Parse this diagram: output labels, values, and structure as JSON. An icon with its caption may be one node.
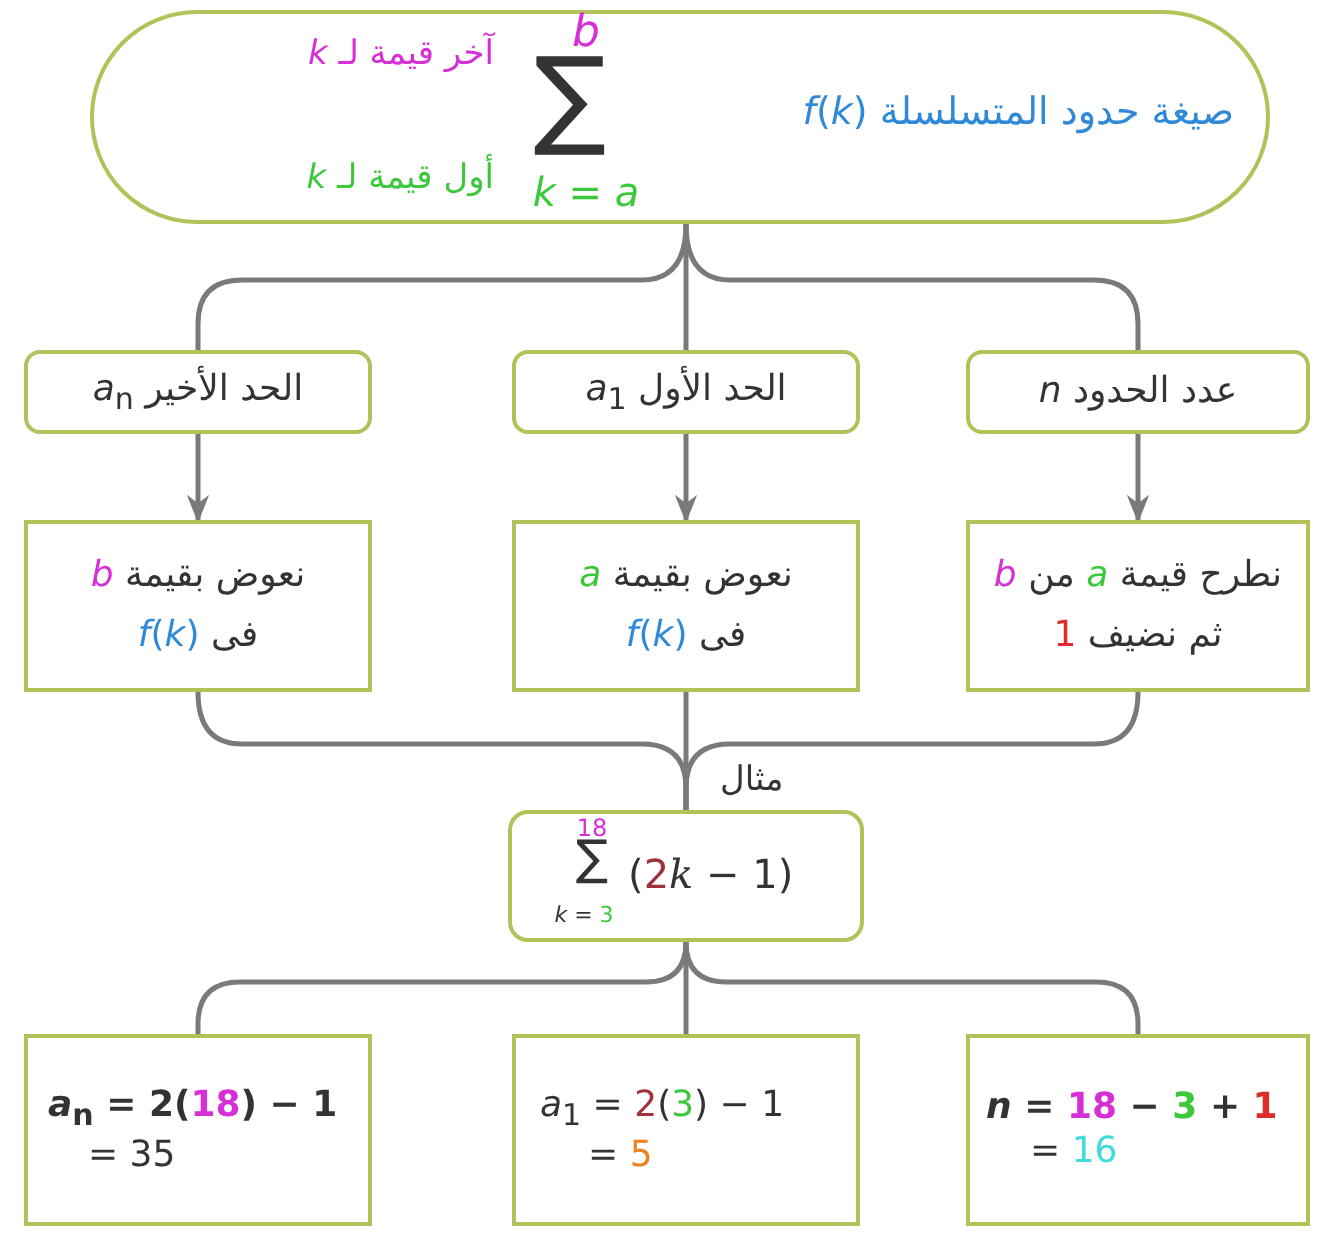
{
  "diagram": {
    "nodes": [
      {
        "text": [
          "صيغة حدود المتسلسلة *f*(*k*)",
          "آخر قيمة لـ *k*",
          "*b*",
          "∑",
          "*k* = *a*",
          "أول قيمة لـ *k*"
        ]
      },
      {
        "text": [
          "الحد الأخير *a*$_{n}$"
        ]
      },
      {
        "text": [
          "الحد الأول *a*$_{1}$"
        ]
      },
      {
        "text": [
          "عدد الحدود *n*"
        ]
      },
      {
        "text": [
          "نعوض بقيمة *b* فى *f*(*k*)"
        ]
      },
      {
        "text": [
          "نعوض بقيمة *a* فى *f*(*k*)"
        ]
      },
      {
        "text": [
          "نطرح قيمة *a* من *b* ثم نضيف 1"
        ]
      },
      {
        "text": [
          "18",
          "∑",
          "*k* = 3",
          "(2k − 1)"
        ],
        "beside": [
          "مثال"
        ]
      },
      {
        "text": [
          "*a*$_{n}$ = 2(18) − 1",
          "= 35"
        ]
      },
      {
        "text": [
          "*a*$_{1}$ = 2(3) − 1",
          "= 5"
        ]
      },
      {
        "text": [
          "*n* = 18 − 3 + 1",
          "= 16"
        ]
      }
    ],
    "edges": [
      {
        "from": 0,
        "to": 1,
        "arrow": "none"
      },
      {
        "from": 0,
        "to": 2,
        "arrow": "none"
      },
      {
        "from": 0,
        "to": 3,
        "arrow": "none"
      },
      {
        "from": 1,
        "to": 4,
        "arrow": "to"
      },
      {
        "from": 2,
        "to": 5,
        "arrow": "to"
      },
      {
        "from": 3,
        "to": 6,
        "arrow": "to"
      },
      {
        "from": 4,
        "to": 7,
        "arrow": "none"
      },
      {
        "from": 5,
        "to": 7,
        "arrow": "none"
      },
      {
        "from": 6,
        "to": 7,
        "arrow": "none"
      },
      {
        "from": 7,
        "to": 8,
        "arrow": "none"
      },
      {
        "from": 7,
        "to": 9,
        "arrow": "none"
      },
      {
        "from": 7,
        "to": 10,
        "arrow": "none"
      }
    ]
  }
}
